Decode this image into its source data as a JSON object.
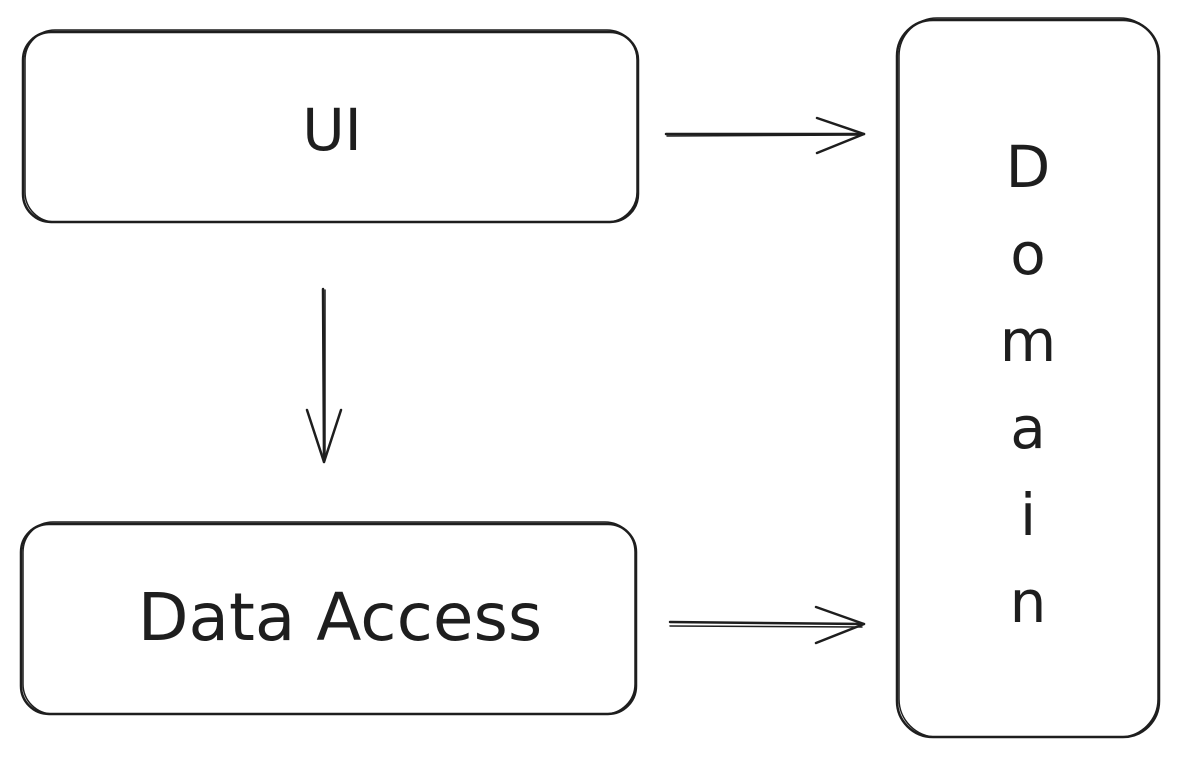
{
  "diagram": {
    "nodes": {
      "ui": {
        "label": "UI"
      },
      "data_access": {
        "label": "Data Access"
      },
      "domain": {
        "label": "Domain"
      }
    },
    "edges": [
      {
        "from": "UI",
        "to": "Domain"
      },
      {
        "from": "UI",
        "to": "Data Access"
      },
      {
        "from": "Data Access",
        "to": "Domain"
      }
    ]
  }
}
